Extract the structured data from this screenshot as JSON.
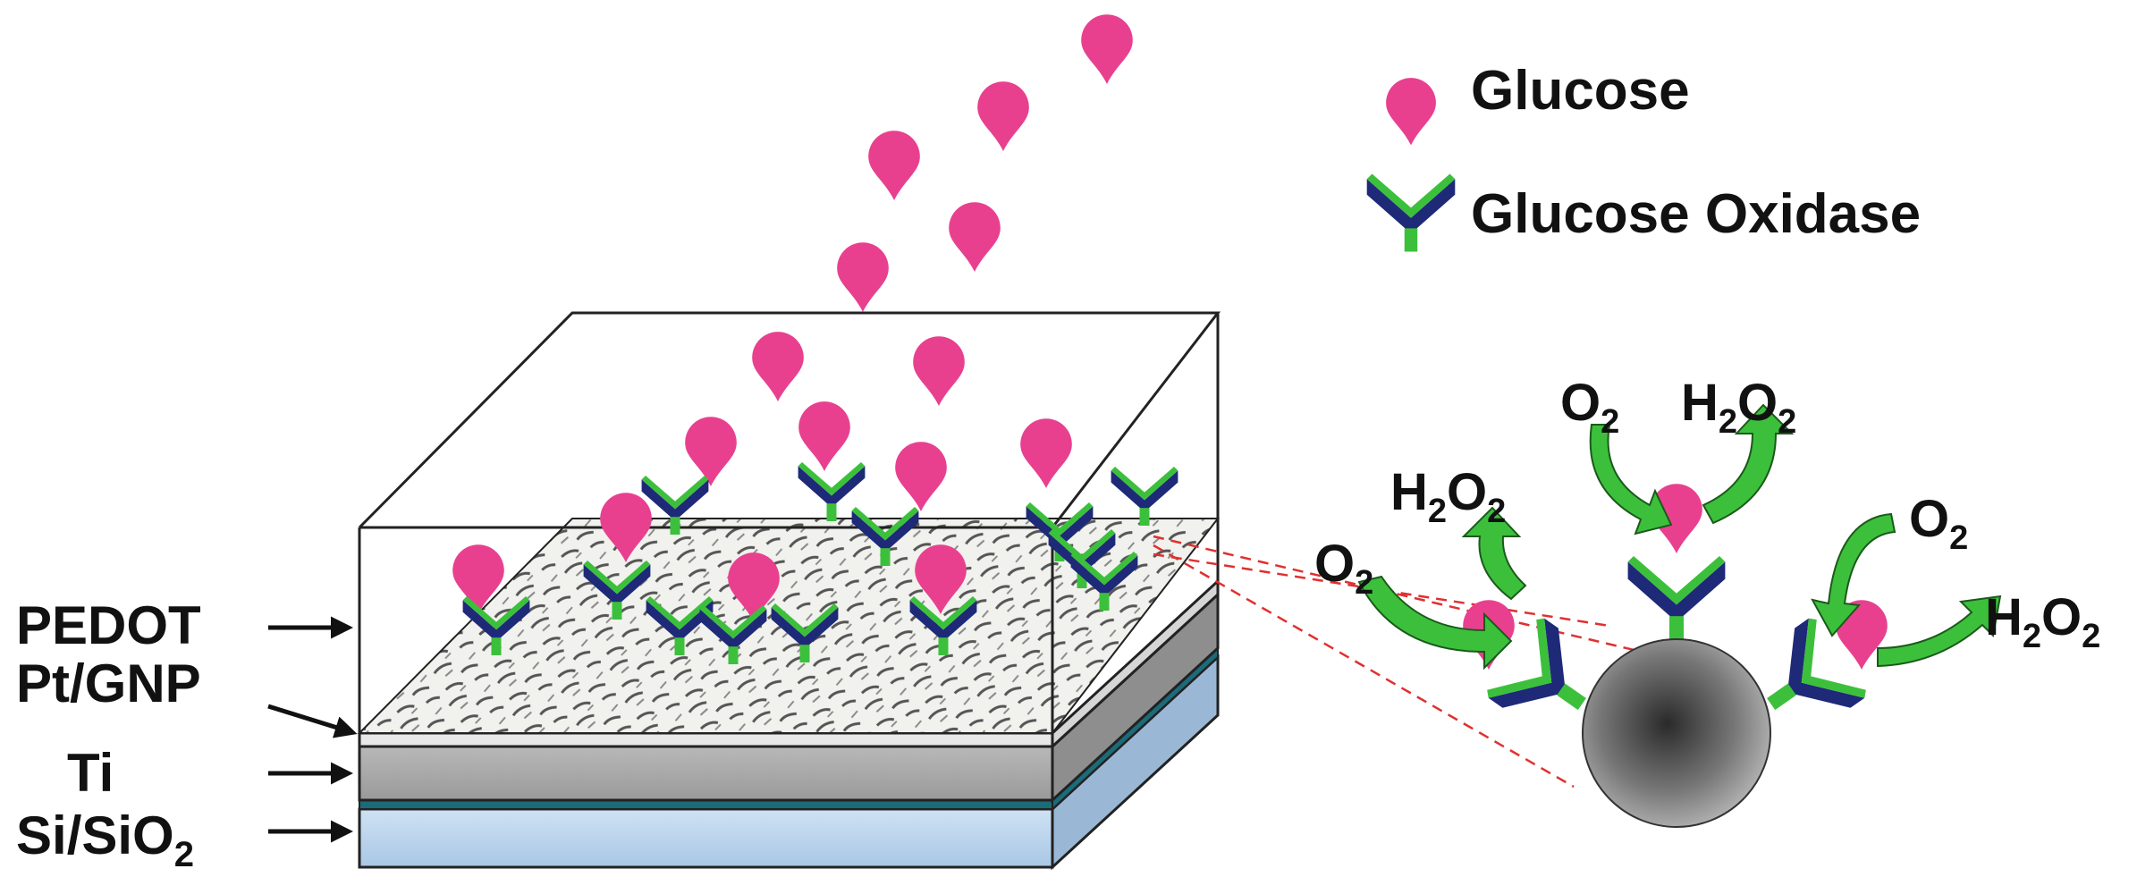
{
  "legend": {
    "glucose_label": "Glucose",
    "enzyme_label": "Glucose Oxidase"
  },
  "layers": {
    "pedot": "PEDOT",
    "pt_gnp": "Pt/GNP",
    "ti": "Ti",
    "si_main": "Si/SiO",
    "si_sub": "2"
  },
  "reaction": {
    "o2_main": "O",
    "o2_sub": "2",
    "h2o2_h": "H",
    "h2o2_sub1": "2",
    "h2o2_o": "O",
    "h2o2_sub2": "2"
  },
  "colors": {
    "glucose": "#e8408f",
    "enzyme_dark": "#1e2a78",
    "enzyme_green": "#3cc03c",
    "arrow_green": "#3cc03c",
    "zoom_line": "#e03030",
    "pt_layer": "#e6e6e6",
    "ti_layer": "#a8a8a8",
    "si_layer": "#bcd6ee",
    "separator": "#1b6b7a"
  }
}
